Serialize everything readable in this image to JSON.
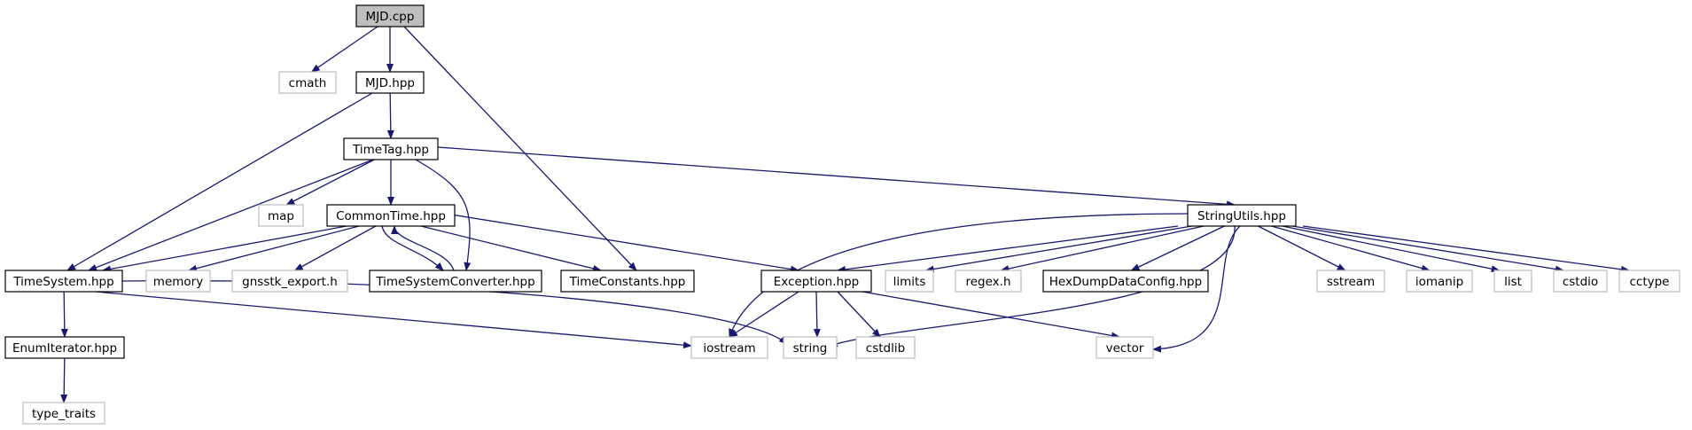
{
  "graph": {
    "edge_color": "#191970",
    "nodes": [
      {
        "id": "mjd_cpp",
        "label": "MJD.cpp",
        "kind": "root"
      },
      {
        "id": "cmath",
        "label": "cmath",
        "kind": "external"
      },
      {
        "id": "mjd_hpp",
        "label": "MJD.hpp",
        "kind": "header"
      },
      {
        "id": "timetag",
        "label": "TimeTag.hpp",
        "kind": "header"
      },
      {
        "id": "map",
        "label": "map",
        "kind": "external"
      },
      {
        "id": "commontime",
        "label": "CommonTime.hpp",
        "kind": "header"
      },
      {
        "id": "stringutils",
        "label": "StringUtils.hpp",
        "kind": "header"
      },
      {
        "id": "timesystem",
        "label": "TimeSystem.hpp",
        "kind": "header"
      },
      {
        "id": "memory",
        "label": "memory",
        "kind": "external"
      },
      {
        "id": "gnsstk_export",
        "label": "gnsstk_export.h",
        "kind": "external"
      },
      {
        "id": "tsconverter",
        "label": "TimeSystemConverter.hpp",
        "kind": "header"
      },
      {
        "id": "timeconstants",
        "label": "TimeConstants.hpp",
        "kind": "header"
      },
      {
        "id": "exception",
        "label": "Exception.hpp",
        "kind": "header"
      },
      {
        "id": "limits",
        "label": "limits",
        "kind": "external"
      },
      {
        "id": "regex",
        "label": "regex.h",
        "kind": "external"
      },
      {
        "id": "hexdump",
        "label": "HexDumpDataConfig.hpp",
        "kind": "header"
      },
      {
        "id": "sstream",
        "label": "sstream",
        "kind": "external"
      },
      {
        "id": "iomanip",
        "label": "iomanip",
        "kind": "external"
      },
      {
        "id": "list",
        "label": "list",
        "kind": "external"
      },
      {
        "id": "cstdio",
        "label": "cstdio",
        "kind": "external"
      },
      {
        "id": "cctype",
        "label": "cctype",
        "kind": "external"
      },
      {
        "id": "enumiterator",
        "label": "EnumIterator.hpp",
        "kind": "header"
      },
      {
        "id": "iostream",
        "label": "iostream",
        "kind": "external"
      },
      {
        "id": "string",
        "label": "string",
        "kind": "external"
      },
      {
        "id": "cstdlib",
        "label": "cstdlib",
        "kind": "external"
      },
      {
        "id": "vector",
        "label": "vector",
        "kind": "external"
      },
      {
        "id": "type_traits",
        "label": "type_traits",
        "kind": "external"
      }
    ],
    "edges": [
      {
        "from": "mjd_cpp",
        "to": "cmath"
      },
      {
        "from": "mjd_cpp",
        "to": "mjd_hpp"
      },
      {
        "from": "mjd_cpp",
        "to": "timeconstants"
      },
      {
        "from": "mjd_hpp",
        "to": "timetag"
      },
      {
        "from": "mjd_hpp",
        "to": "timesystem"
      },
      {
        "from": "timetag",
        "to": "commontime"
      },
      {
        "from": "timetag",
        "to": "map"
      },
      {
        "from": "timetag",
        "to": "timesystem"
      },
      {
        "from": "timetag",
        "to": "tsconverter"
      },
      {
        "from": "timetag",
        "to": "stringutils"
      },
      {
        "from": "commontime",
        "to": "timesystem"
      },
      {
        "from": "commontime",
        "to": "memory"
      },
      {
        "from": "commontime",
        "to": "gnsstk_export"
      },
      {
        "from": "commontime",
        "to": "tsconverter"
      },
      {
        "from": "commontime",
        "to": "timeconstants"
      },
      {
        "from": "commontime",
        "to": "exception"
      },
      {
        "from": "tsconverter",
        "to": "commontime"
      },
      {
        "from": "timesystem",
        "to": "enumiterator"
      },
      {
        "from": "timesystem",
        "to": "iostream"
      },
      {
        "from": "timesystem",
        "to": "string"
      },
      {
        "from": "enumiterator",
        "to": "type_traits"
      },
      {
        "from": "stringutils",
        "to": "exception"
      },
      {
        "from": "stringutils",
        "to": "limits"
      },
      {
        "from": "stringutils",
        "to": "regex"
      },
      {
        "from": "stringutils",
        "to": "hexdump"
      },
      {
        "from": "stringutils",
        "to": "sstream"
      },
      {
        "from": "stringutils",
        "to": "iomanip"
      },
      {
        "from": "stringutils",
        "to": "list"
      },
      {
        "from": "stringutils",
        "to": "cstdio"
      },
      {
        "from": "stringutils",
        "to": "cctype"
      },
      {
        "from": "stringutils",
        "to": "iostream"
      },
      {
        "from": "stringutils",
        "to": "string"
      },
      {
        "from": "stringutils",
        "to": "vector"
      },
      {
        "from": "exception",
        "to": "iostream"
      },
      {
        "from": "exception",
        "to": "string"
      },
      {
        "from": "exception",
        "to": "cstdlib"
      },
      {
        "from": "exception",
        "to": "vector"
      }
    ]
  }
}
